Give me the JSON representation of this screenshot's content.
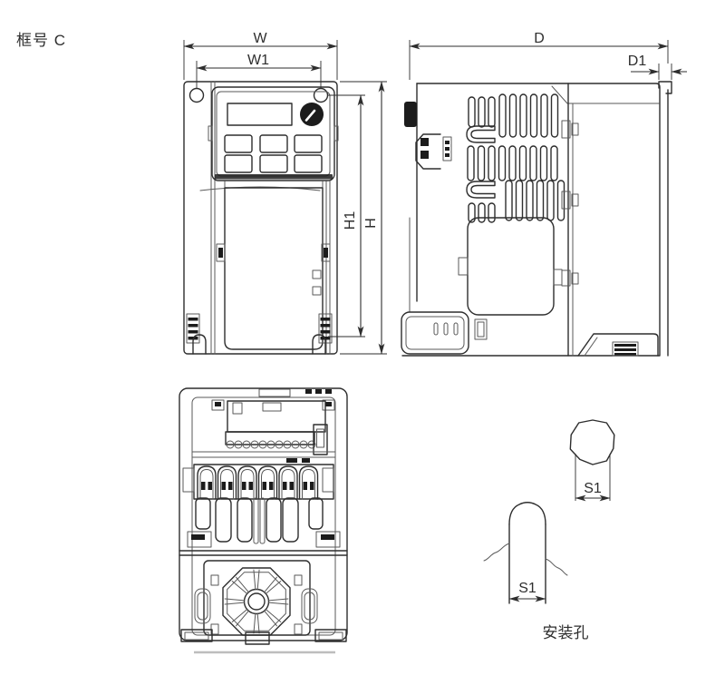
{
  "page": {
    "frame_label": "框号 C"
  },
  "colors": {
    "line": "#2e2e2e",
    "line_soft": "#5a5a5a",
    "fill_dark": "#1c1c1c",
    "shadow": "#bdbdbd",
    "bg": "#ffffff"
  },
  "front_view": {
    "dim_width": "W",
    "dim_width_inner": "W1",
    "dim_height_inner": "H1",
    "dim_height": "H"
  },
  "side_view": {
    "dim_depth": "D",
    "dim_depth_tab": "D1"
  },
  "mounting_holes": {
    "dim_top_hole": "S1",
    "dim_slot_hole": "S1",
    "caption": "安装孔"
  }
}
